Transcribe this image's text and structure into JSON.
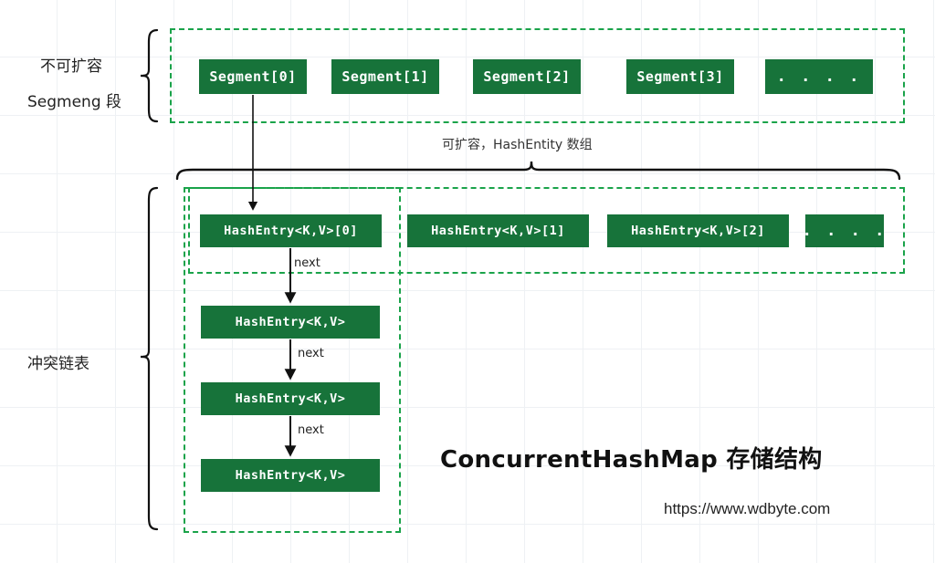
{
  "diagram": {
    "title": "ConcurrentHashMap 存储结构",
    "url": "https://www.wdbyte.com",
    "labels": {
      "left_top_line1": "不可扩容",
      "left_top_line2": "Segmeng 段",
      "top_middle": "可扩容，HashEntity 数组",
      "left_chain": "冲突链表",
      "next": "next"
    },
    "segments": [
      {
        "label": "Segment[0]"
      },
      {
        "label": "Segment[1]"
      },
      {
        "label": "Segment[2]"
      },
      {
        "label": "Segment[3]"
      },
      {
        "label": ". . . ."
      }
    ],
    "hash_entries": [
      {
        "label": "HashEntry<K,V>[0]"
      },
      {
        "label": "HashEntry<K,V>[1]"
      },
      {
        "label": "HashEntry<K,V>[2]"
      },
      {
        "label": ". . . ."
      }
    ],
    "chain_nodes": [
      {
        "label": "HashEntry<K,V>"
      },
      {
        "label": "HashEntry<K,V>"
      },
      {
        "label": "HashEntry<K,V>"
      }
    ],
    "colors": {
      "box_fill": "#17733a",
      "dashed_border": "#1aa34a",
      "grid": "#eef1f4",
      "text_dark": "#222222"
    }
  }
}
